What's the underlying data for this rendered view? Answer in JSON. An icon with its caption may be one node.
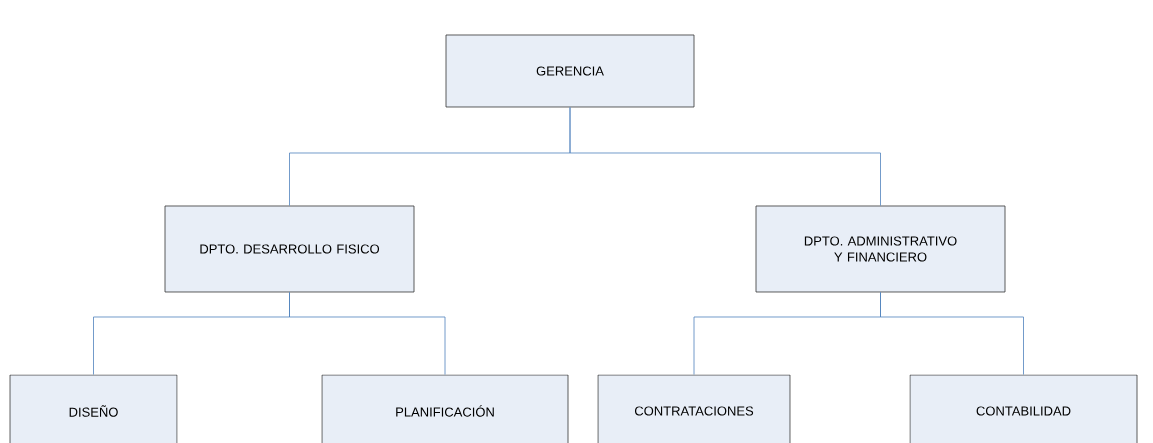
{
  "diagram": {
    "nodes": [
      {
        "text": [
          "GERENCIA"
        ]
      },
      {
        "text": [
          "DPTO. DESARROLLO FISICO"
        ]
      },
      {
        "text": [
          "DPTO. ADMINISTRATIVO Y FINANCIERO"
        ]
      },
      {
        "text": [
          "DISEÑO"
        ]
      },
      {
        "text": [
          "PLANIFICACIÓN"
        ]
      },
      {
        "text": [
          "CONTRATACIONES"
        ]
      },
      {
        "text": [
          "CONTABILIDAD"
        ]
      }
    ],
    "edges": [
      {
        "from": 0,
        "to": 1,
        "arrow": "none"
      },
      {
        "from": 0,
        "to": 2,
        "arrow": "none"
      },
      {
        "from": 1,
        "to": 3,
        "arrow": "none"
      },
      {
        "from": 1,
        "to": 4,
        "arrow": "none"
      },
      {
        "from": 2,
        "to": 5,
        "arrow": "none"
      },
      {
        "from": 2,
        "to": 6,
        "arrow": "none"
      }
    ]
  }
}
